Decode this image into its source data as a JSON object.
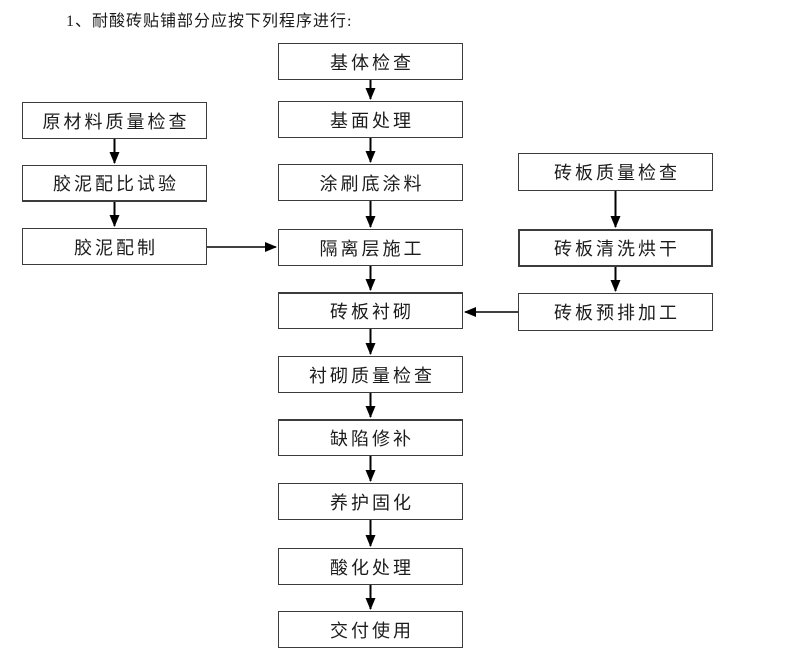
{
  "page": {
    "title": "1、耐酸砖贴铺部分应按下列程序进行:"
  },
  "colors": {
    "background": "#ffffff",
    "box_border": "#3c3c3c",
    "text": "#1c1c1c",
    "arrow": "#000000"
  },
  "flowchart": {
    "type": "flowchart",
    "main_sequence": [
      {
        "label": "基体检查"
      },
      {
        "label": "基面处理"
      },
      {
        "label": "涂刷底涂料"
      },
      {
        "label": "隔离层施工"
      },
      {
        "label": "砖板衬砌"
      },
      {
        "label": "衬砌质量检查"
      },
      {
        "label": "缺陷修补"
      },
      {
        "label": "养护固化"
      },
      {
        "label": "酸化处理"
      },
      {
        "label": "交付使用"
      }
    ],
    "left_branch": [
      {
        "label": "原材料质量检查"
      },
      {
        "label": "胶泥配比试验"
      },
      {
        "label": "胶泥配制"
      }
    ],
    "right_branch": [
      {
        "label": "砖板质量检查"
      },
      {
        "label": "砖板清洗烘干"
      },
      {
        "label": "砖板预排加工"
      }
    ],
    "edges": [
      {
        "from": "基体检查",
        "to": "基面处理"
      },
      {
        "from": "基面处理",
        "to": "涂刷底涂料"
      },
      {
        "from": "涂刷底涂料",
        "to": "隔离层施工"
      },
      {
        "from": "隔离层施工",
        "to": "砖板衬砌"
      },
      {
        "from": "砖板衬砌",
        "to": "衬砌质量检查"
      },
      {
        "from": "衬砌质量检查",
        "to": "缺陷修补"
      },
      {
        "from": "缺陷修补",
        "to": "养护固化"
      },
      {
        "from": "养护固化",
        "to": "酸化处理"
      },
      {
        "from": "酸化处理",
        "to": "交付使用"
      },
      {
        "from": "原材料质量检查",
        "to": "胶泥配比试验"
      },
      {
        "from": "胶泥配比试验",
        "to": "胶泥配制"
      },
      {
        "from": "胶泥配制",
        "to": "隔离层施工"
      },
      {
        "from": "砖板质量检查",
        "to": "砖板清洗烘干"
      },
      {
        "from": "砖板清洗烘干",
        "to": "砖板预排加工"
      },
      {
        "from": "砖板预排加工",
        "to": "砖板衬砌"
      }
    ]
  }
}
